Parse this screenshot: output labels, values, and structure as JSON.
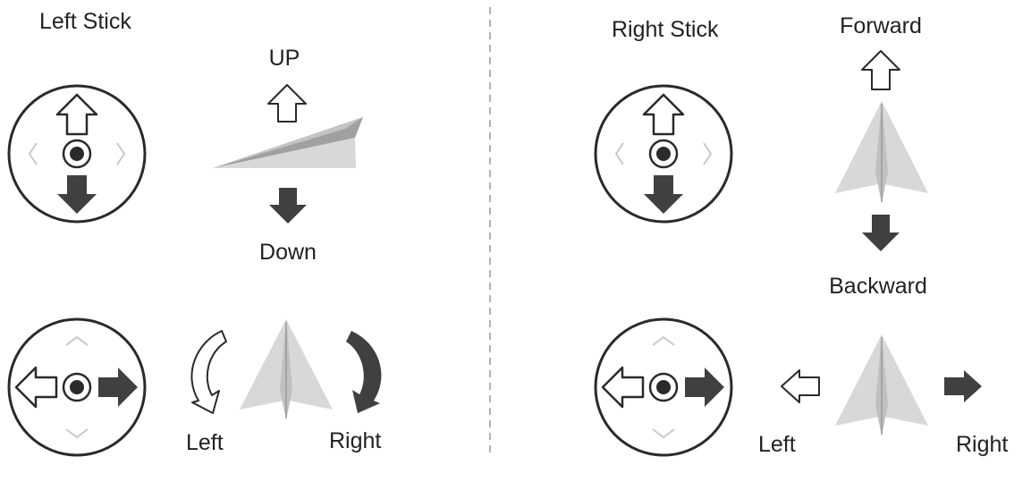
{
  "left_panel": {
    "title": "Left Stick",
    "throttle": {
      "up_label": "UP",
      "down_label": "Down"
    },
    "yaw": {
      "left_label": "Left",
      "right_label": "Right"
    }
  },
  "right_panel": {
    "title": "Right Stick",
    "pitch": {
      "forward_label": "Forward",
      "backward_label": "Backward"
    },
    "roll": {
      "left_label": "Left",
      "right_label": "Right"
    }
  },
  "colors": {
    "stroke": "#2a2a2a",
    "dark_arrow": "#404040",
    "plane_light": "#d8d8d8",
    "plane_mid": "#c4c4c4",
    "plane_dark": "#9a9a9a",
    "divider": "#999999",
    "faint": "#c8c8c8"
  },
  "icons": [
    "joystick-icon",
    "outline-arrow-icon",
    "solid-arrow-icon",
    "paper-plane-icon",
    "curved-arrow-icon"
  ]
}
